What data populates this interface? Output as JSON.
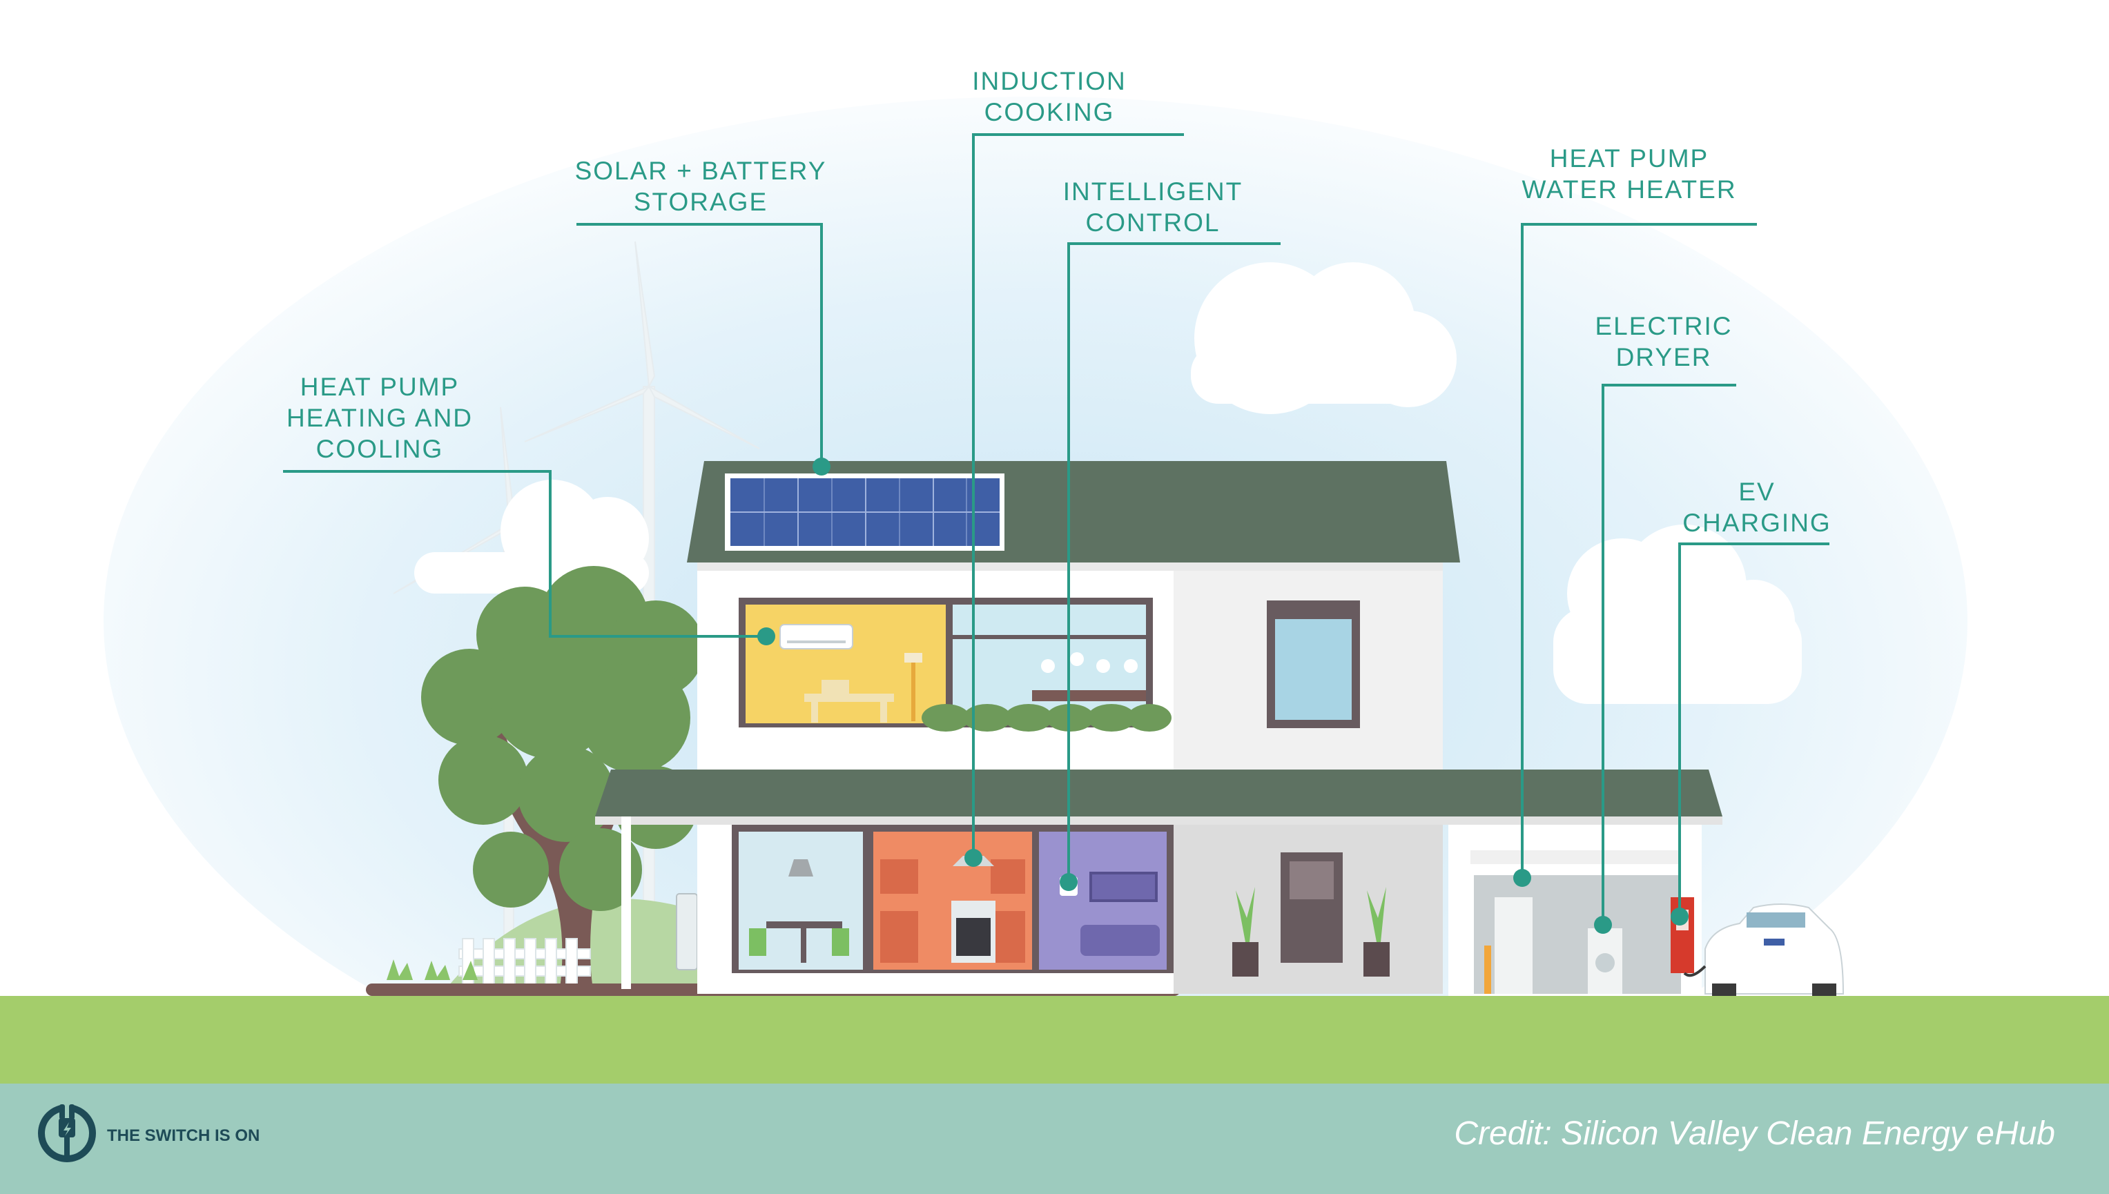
{
  "callouts": {
    "induction": [
      "INDUCTION",
      "COOKING"
    ],
    "solar": [
      "SOLAR + BATTERY",
      "STORAGE"
    ],
    "control": [
      "INTELLIGENT",
      "CONTROL"
    ],
    "water_heater": [
      "HEAT PUMP",
      "WATER HEATER"
    ],
    "hvac": [
      "HEAT PUMP",
      "HEATING AND",
      "COOLING"
    ],
    "dryer": [
      "ELECTRIC",
      "DRYER"
    ],
    "ev": [
      "EV",
      "CHARGING"
    ]
  },
  "footer": {
    "brand": "THE SWITCH IS ON",
    "credit": "Credit: Silicon Valley Clean Energy eHub"
  },
  "colors": {
    "accent": "#2a9a87",
    "roof": "#5e7262",
    "grass": "#a4cd6b",
    "footer": "#9dcbbe",
    "brand": "#1e4b57"
  },
  "icons": [
    "plug-icon"
  ]
}
